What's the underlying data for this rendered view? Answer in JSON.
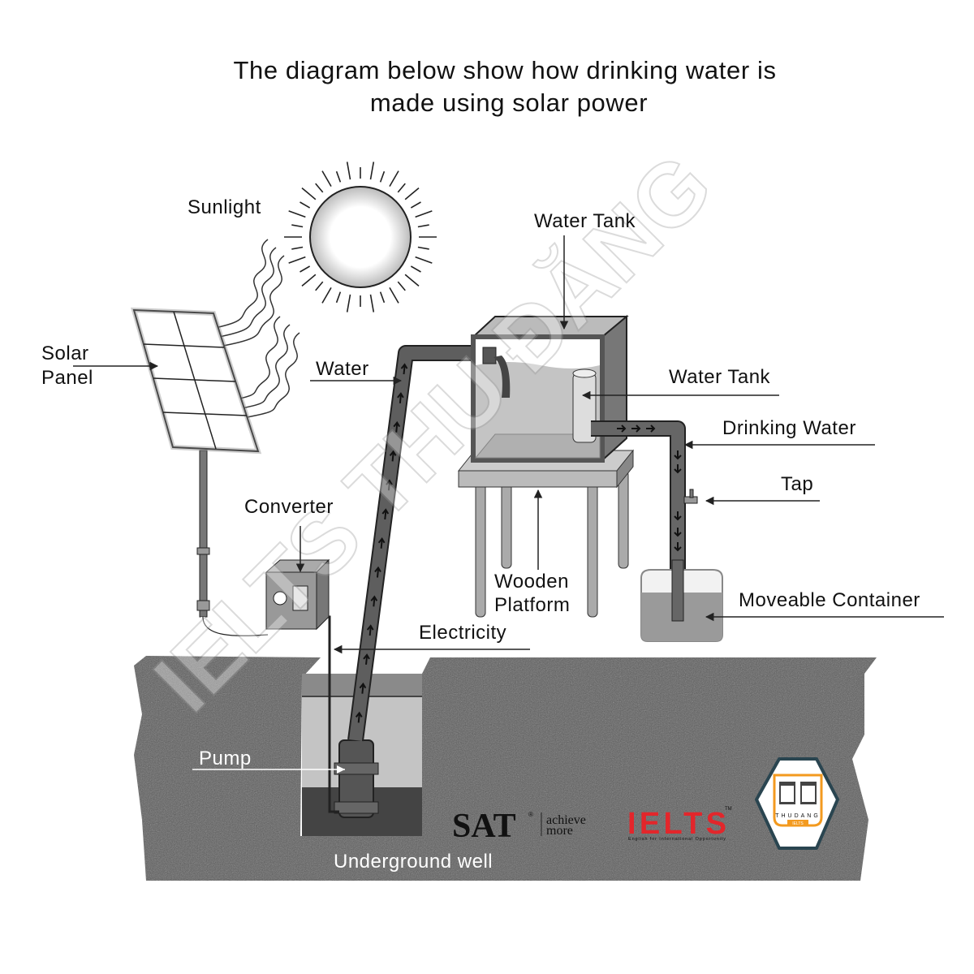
{
  "title": {
    "line1": "The diagram below show how drinking water is",
    "line2": "made using solar power"
  },
  "labels": {
    "sunlight": "Sunlight",
    "solar_panel_1": "Solar",
    "solar_panel_2": "Panel",
    "water": "Water",
    "water_tank_top": "Water Tank",
    "water_tank_inner": "Water Tank",
    "drinking_water": "Drinking Water",
    "tap": "Tap",
    "converter": "Converter",
    "wooden_platform_1": "Wooden",
    "wooden_platform_2": "Platform",
    "moveable_container": "Moveable Container",
    "electricity": "Electricity",
    "pump": "Pump",
    "underground_well": "Underground well"
  },
  "logos": {
    "sat": "SAT",
    "sat_reg": "®",
    "sat_tagline_1": "achieve",
    "sat_tagline_2": "more",
    "ielts": "IELTS",
    "ielts_tm": "TM",
    "ielts_tagline": "English for International Opportunity",
    "thudang": "THUDANG",
    "thudang_sub": "IELTS"
  },
  "watermark": "IELTS THU ĐĂNG",
  "colors": {
    "ground": "#5b5b5b",
    "pipe": "#5e5e5e",
    "water": "#c4c4c4",
    "ielts_red": "#e3262b",
    "thudang_orange": "#f39a1f"
  }
}
